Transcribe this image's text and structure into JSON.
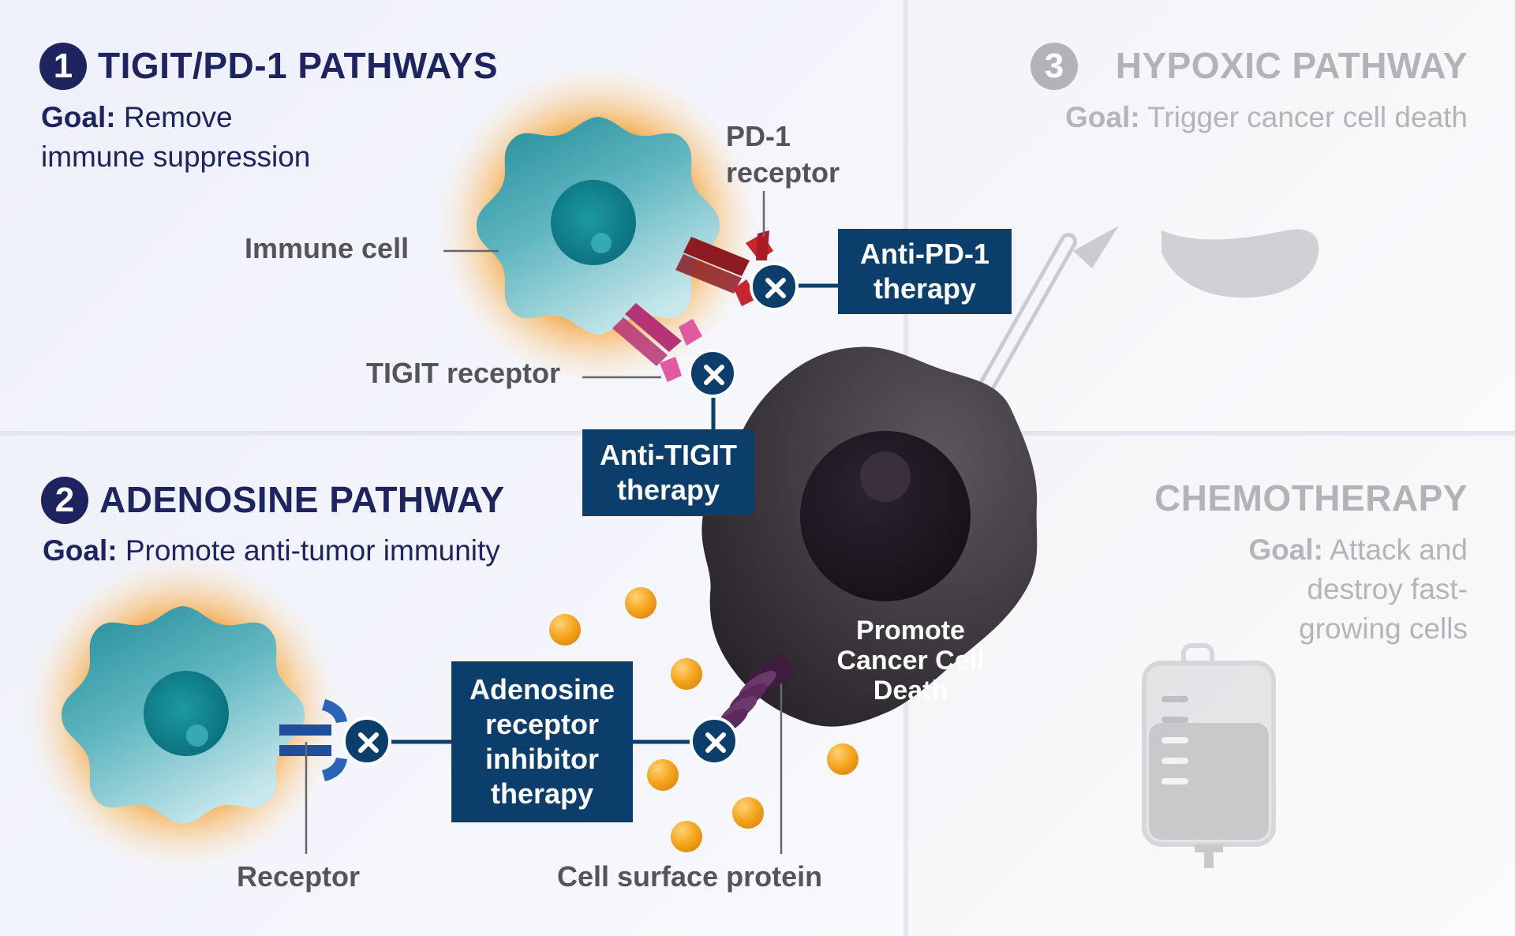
{
  "panel1": {
    "number": "1",
    "title": "TIGIT/PD-1 PATHWAYS",
    "goal_label": "Goal:",
    "goal_line1": "Remove",
    "goal_line2": "immune suppression"
  },
  "panel2": {
    "number": "2",
    "title": "ADENOSINE PATHWAY",
    "goal_label": "Goal:",
    "goal_text": "Promote anti-tumor immunity"
  },
  "panel3": {
    "number": "3",
    "title": "HYPOXIC PATHWAY",
    "goal_label": "Goal:",
    "goal_text": "Trigger cancer cell death"
  },
  "panel4": {
    "title": "CHEMOTHERAPY",
    "goal_label": "Goal:",
    "goal_line1": "Attack and",
    "goal_line2": "destroy fast-",
    "goal_line3": "growing cells"
  },
  "labels": {
    "pd1_line1": "PD-1",
    "pd1_line2": "receptor",
    "immune_cell": "Immune cell",
    "tigit_receptor": "TIGIT receptor",
    "receptor": "Receptor",
    "cell_surface_protein": "Cell surface protein"
  },
  "therapies": {
    "anti_pd1_line1": "Anti-PD-1",
    "anti_pd1_line2": "therapy",
    "anti_tigit_line1": "Anti-TIGIT",
    "anti_tigit_line2": "therapy",
    "adenosine_line1": "Adenosine",
    "adenosine_line2": "receptor",
    "adenosine_line3": "inhibitor",
    "adenosine_line4": "therapy"
  },
  "cancer_cell": {
    "line1": "Promote",
    "line2": "Cancer Cell",
    "line3": "Death"
  },
  "colors": {
    "navy": "#1e2460",
    "therapy_box": "#0c3e6c",
    "immune_cell": "#2f9aa6",
    "glow": "#f5a03a",
    "pd1_receptor": "#b8222e",
    "tigit_receptor": "#d8478f",
    "adenosine_receptor": "#1f4f9a",
    "cell_surface_protein": "#5a2a5c",
    "adenosine_dots": "#f2a51e",
    "cancer_cell": "#2e2a2e",
    "faded": "#b2b2b7"
  }
}
